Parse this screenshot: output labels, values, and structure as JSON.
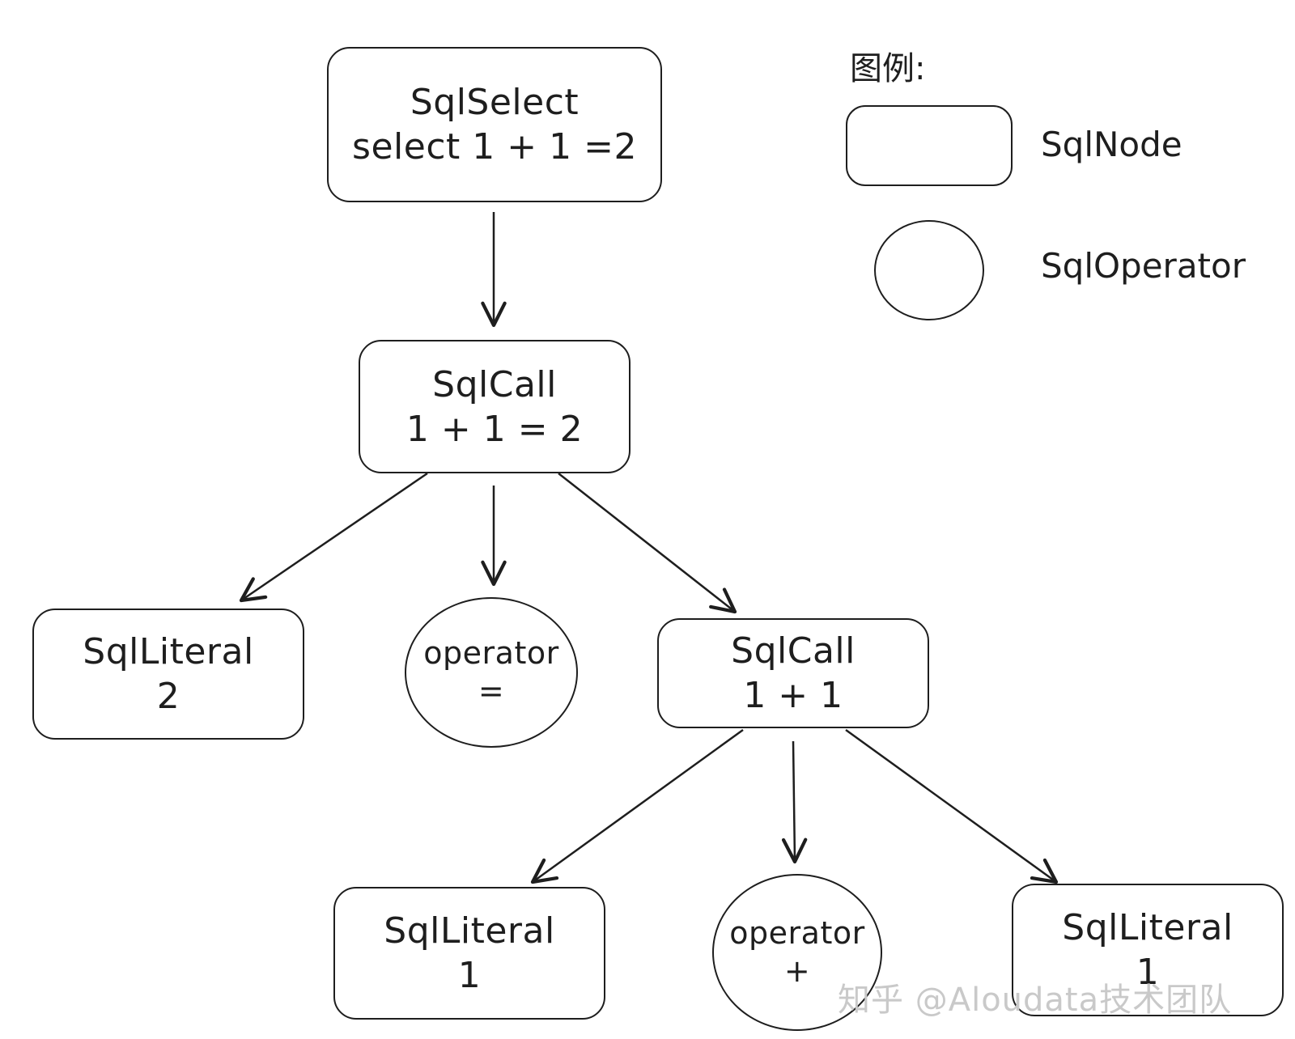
{
  "nodes": {
    "select": {
      "kind": "SqlNode",
      "lines": [
        "SqlSelect",
        "select 1 + 1 =2"
      ]
    },
    "call_top": {
      "kind": "SqlNode",
      "lines": [
        "SqlCall",
        "1 + 1 = 2"
      ]
    },
    "literal_2": {
      "kind": "SqlNode",
      "lines": [
        "SqlLiteral",
        "2"
      ]
    },
    "op_eq": {
      "kind": "SqlOperator",
      "lines": [
        "operator",
        "="
      ]
    },
    "call_sub": {
      "kind": "SqlNode",
      "lines": [
        "SqlCall",
        "1 + 1"
      ]
    },
    "literal_1a": {
      "kind": "SqlNode",
      "lines": [
        "SqlLiteral",
        "1"
      ]
    },
    "op_plus": {
      "kind": "SqlOperator",
      "lines": [
        "operator",
        "+"
      ]
    },
    "literal_1b": {
      "kind": "SqlNode",
      "lines": [
        "SqlLiteral",
        "1"
      ]
    }
  },
  "edges": [
    {
      "from": "select",
      "to": "call_top"
    },
    {
      "from": "call_top",
      "to": "literal_2"
    },
    {
      "from": "call_top",
      "to": "op_eq"
    },
    {
      "from": "call_top",
      "to": "call_sub"
    },
    {
      "from": "call_sub",
      "to": "literal_1a"
    },
    {
      "from": "call_sub",
      "to": "op_plus"
    },
    {
      "from": "call_sub",
      "to": "literal_1b"
    }
  ],
  "legend": {
    "title": "图例:",
    "items": [
      {
        "shape": "rounded-rectangle",
        "label": "SqlNode"
      },
      {
        "shape": "circle",
        "label": "SqlOperator"
      }
    ]
  },
  "watermark": "知乎 @Aloudata技术团队",
  "colors": {
    "stroke": "#1e1e1e",
    "background": "#ffffff",
    "watermark": "#c9c9c9"
  }
}
